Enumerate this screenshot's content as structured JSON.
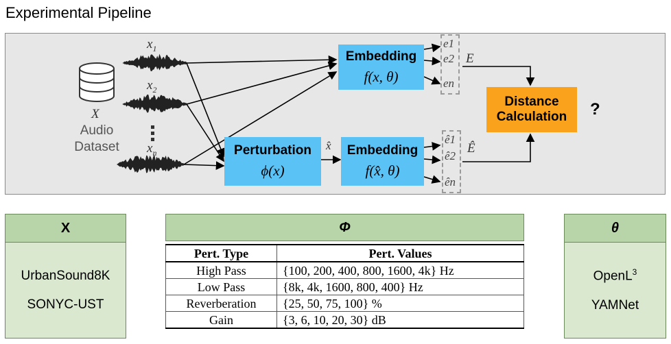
{
  "title": "Experimental Pipeline",
  "dataset": {
    "symbol": "X",
    "line1": "Audio",
    "line2": "Dataset"
  },
  "signals": [
    "x1",
    "x2",
    "xn"
  ],
  "embedding_top": {
    "label": "Embedding",
    "func": "f(x, θ)",
    "vector": [
      "e1",
      "e2",
      "en"
    ],
    "output": "E"
  },
  "perturbation": {
    "label": "Perturbation",
    "func": "ϕ(x)",
    "output": "x̂"
  },
  "embedding_bottom": {
    "label": "Embedding",
    "func": "f(x̂, θ)",
    "vector": [
      "ê1",
      "ê2",
      "ên"
    ],
    "output": "Ê"
  },
  "distance": {
    "line1": "Distance",
    "line2": "Calculation"
  },
  "question": "?",
  "panel_x": {
    "header": "X",
    "items": [
      "UrbanSound8K",
      "SONYC-UST"
    ]
  },
  "panel_phi": {
    "header": "Φ",
    "columns": [
      "Pert. Type",
      "Pert. Values"
    ],
    "rows": [
      {
        "type": "High Pass",
        "values": "{100, 200, 400, 800, 1600, 4k} Hz"
      },
      {
        "type": "Low Pass",
        "values": "{8k, 4k, 1600, 800, 400} Hz"
      },
      {
        "type": "Reverberation",
        "values": "{25, 50, 75, 100} %"
      },
      {
        "type": "Gain",
        "values": "{3, 6, 10, 20, 30} dB"
      }
    ]
  },
  "panel_theta": {
    "header": "θ",
    "items": [
      "OpenL3",
      "YAMNet"
    ]
  },
  "colors": {
    "embedding": "#5bc2f5",
    "distance": "#fba21c",
    "panel_head": "#b7d5a8",
    "panel_body": "#d9e8cf",
    "pipeline_bg": "#e7e7e7"
  }
}
